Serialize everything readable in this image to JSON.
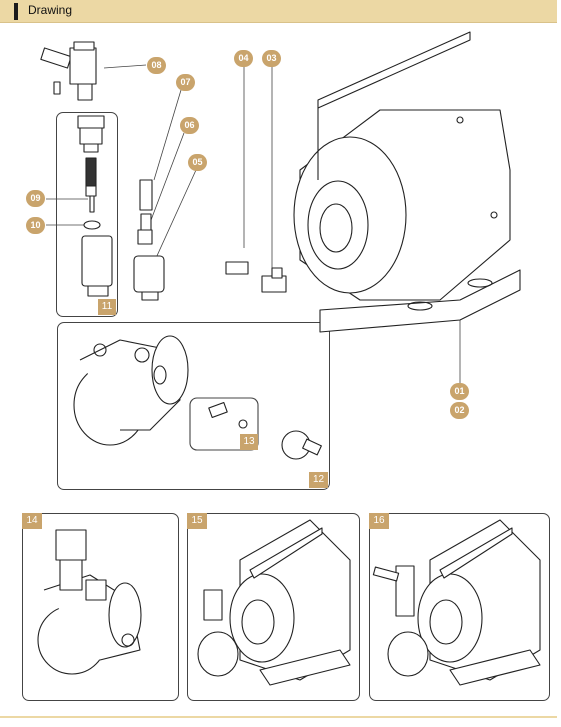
{
  "header": {
    "title": "Drawing"
  },
  "callouts": {
    "c08": "08",
    "c07": "07",
    "c06": "06",
    "c05": "05",
    "c04": "04",
    "c03": "03",
    "c09": "09",
    "c10": "10",
    "c01": "01",
    "c02": "02"
  },
  "tags": {
    "t11": "11",
    "t12": "12",
    "t13": "13",
    "t14": "14",
    "t15": "15",
    "t16": "16"
  },
  "colors": {
    "accent": "#c9a46c",
    "header_bg": "#ecd8a4",
    "line": "#222222"
  }
}
